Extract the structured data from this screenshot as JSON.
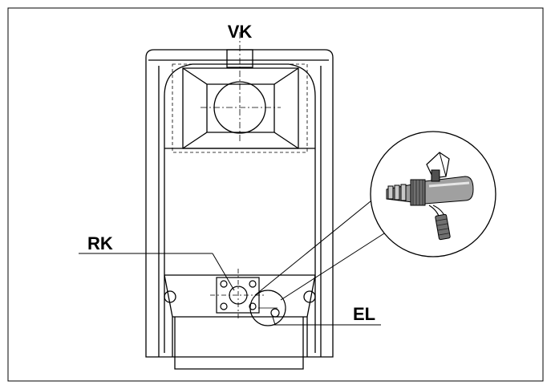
{
  "labels": {
    "vk": "VK",
    "rk": "RK",
    "el": "EL"
  },
  "colors": {
    "line": "#000000",
    "fill_light": "#ffffff",
    "fill_gray": "#b0b0b0",
    "fill_dark": "#404040"
  }
}
